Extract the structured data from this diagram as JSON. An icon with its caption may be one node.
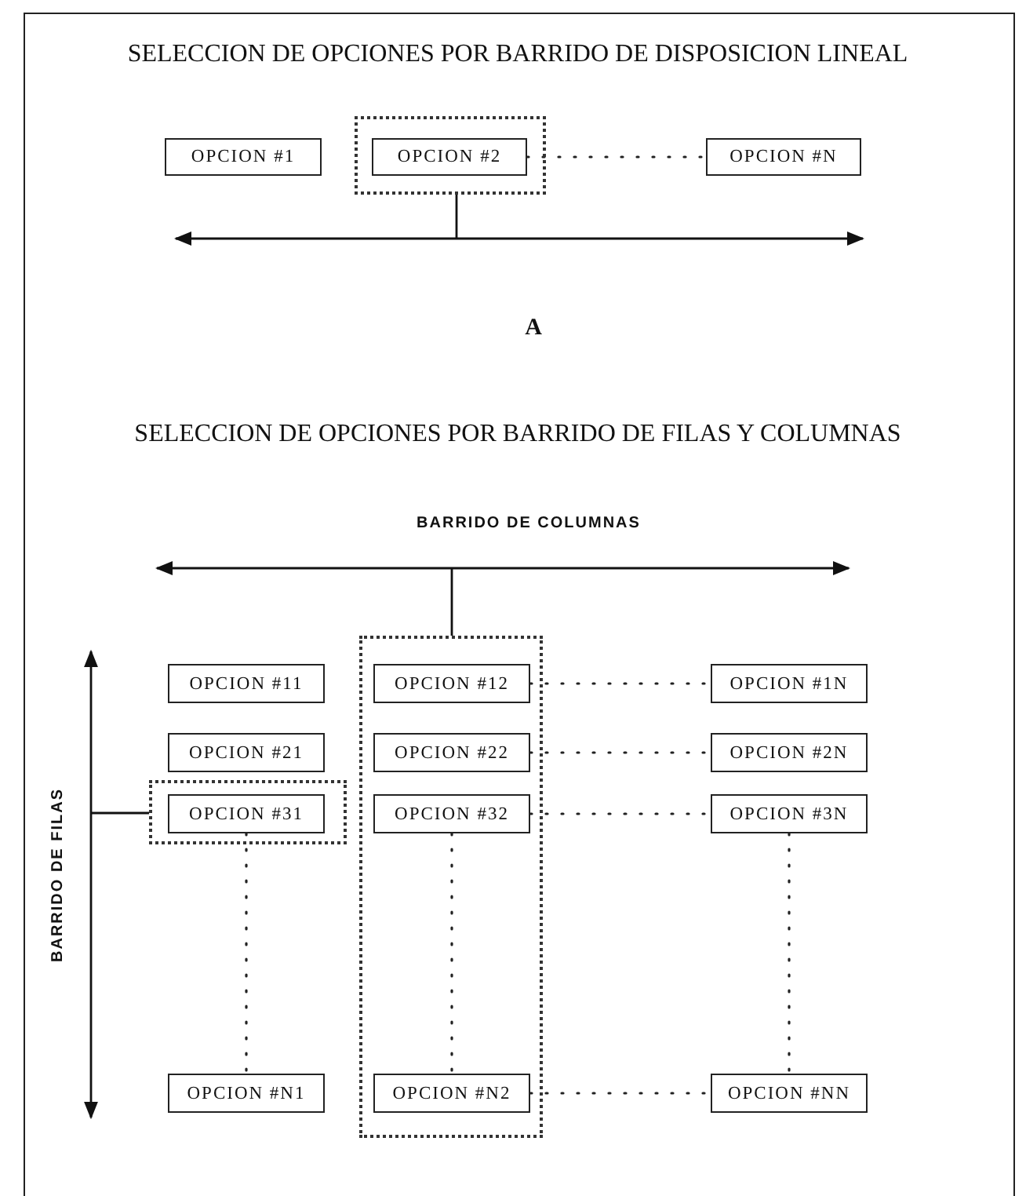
{
  "diagram": {
    "title": "SELECCION DE OPCIONES POR BARRIDO DE DISPOSICION LINEAL",
    "nodes": [
      {
        "text": [
          "OPCION #1"
        ]
      },
      {
        "text": [],
        "shape": "box"
      },
      {
        "text": [
          "OPCION #2"
        ],
        "in": 1
      },
      {
        "text": [
          "OPCION #N"
        ]
      },
      {
        "text": [],
        "shape": "box"
      },
      {
        "text": [
          "OPCION #11"
        ]
      },
      {
        "text": [
          "OPCION #12"
        ],
        "in": 4
      },
      {
        "text": [
          "OPCION #1N"
        ]
      },
      {
        "text": [
          "OPCION #21"
        ]
      },
      {
        "text": [
          "OPCION #22"
        ],
        "in": 4
      },
      {
        "text": [
          "OPCION #2N"
        ]
      },
      {
        "text": [],
        "shape": "box"
      },
      {
        "text": [
          "OPCION #31"
        ],
        "in": 11
      },
      {
        "text": [
          "OPCION #32"
        ],
        "in": 4
      },
      {
        "text": [
          "OPCION #3N"
        ]
      },
      {
        "text": [
          "OPCION #N1"
        ]
      },
      {
        "text": [
          "OPCION #N2"
        ],
        "in": 4
      },
      {
        "text": [
          "OPCION #NN"
        ]
      }
    ],
    "edges": [
      {
        "from": 2,
        "to": 3,
        "arrow": "none",
        "style": "dashed"
      },
      {
        "from": 6,
        "to": 7,
        "arrow": "none",
        "style": "dashed"
      },
      {
        "from": 9,
        "to": 10,
        "arrow": "none",
        "style": "dashed"
      },
      {
        "from": 13,
        "to": 14,
        "arrow": "none",
        "style": "dashed"
      },
      {
        "from": 16,
        "to": 17,
        "arrow": "none",
        "style": "dashed"
      },
      {
        "from": 12,
        "to": 15,
        "arrow": "none",
        "style": "dashed"
      },
      {
        "from": 13,
        "to": 16,
        "arrow": "none",
        "style": "dashed"
      },
      {
        "from": 14,
        "to": 17,
        "arrow": "none",
        "style": "dashed"
      }
    ],
    "labels": [
      "A",
      "SELECCION DE OPCIONES POR BARRIDO DE FILAS Y COLUMNAS",
      "BARRIDO DE COLUMNAS",
      "BARRIDO DE FILAS"
    ]
  }
}
